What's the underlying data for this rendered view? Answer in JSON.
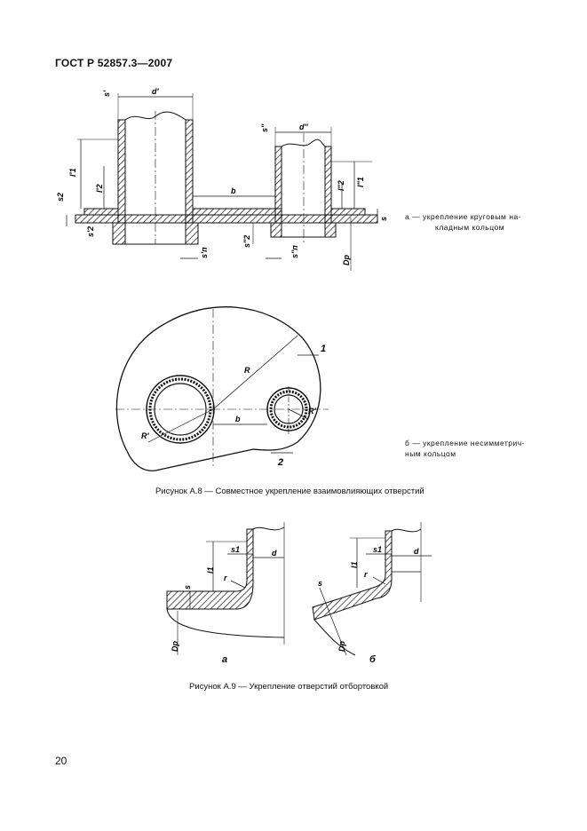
{
  "header": {
    "doc_code": "ГОСТ Р 52857.3—2007"
  },
  "figure_a8": {
    "note_a": "а — укрепление круговым на-\nкладным кольцом",
    "note_a_line1": "а — укрепление круговым на-",
    "note_a_line2": "кладным кольцом",
    "note_b_line1": "б — укрепление несимметрич-",
    "note_b_line2": "ным кольцом",
    "caption": "Рисунок А.8 — Совместное укрепление взаимовлияющих отверстий",
    "labels": {
      "s_prime": "s'",
      "d_prime": "d'",
      "s_dprime": "s''",
      "d_dprime": "d''",
      "l1_prime": "l'1",
      "l2_prime": "l'2",
      "l2_dprime": "l''2",
      "l1_dprime": "l''1",
      "b": "b",
      "s2_left": "s2",
      "s2_bottom_left": "s'2",
      "s2_mid": "s''2",
      "s_shell": "s",
      "sn_left": "s'п",
      "sn_right": "s''п",
      "dp": "Dp",
      "ring_1": "1",
      "ring_2": "2",
      "r_big": "R",
      "r_prime": "R'",
      "r_dprime": "R''"
    }
  },
  "figure_a9": {
    "caption": "Рисунок А.9 — Укрепление отверстий отбортовкой",
    "labels": {
      "s1": "s1",
      "d": "d",
      "l1": "l1",
      "s": "s",
      "r": "r",
      "dp": "Dp",
      "view_a": "а",
      "view_b": "б"
    }
  },
  "page_number": "20"
}
